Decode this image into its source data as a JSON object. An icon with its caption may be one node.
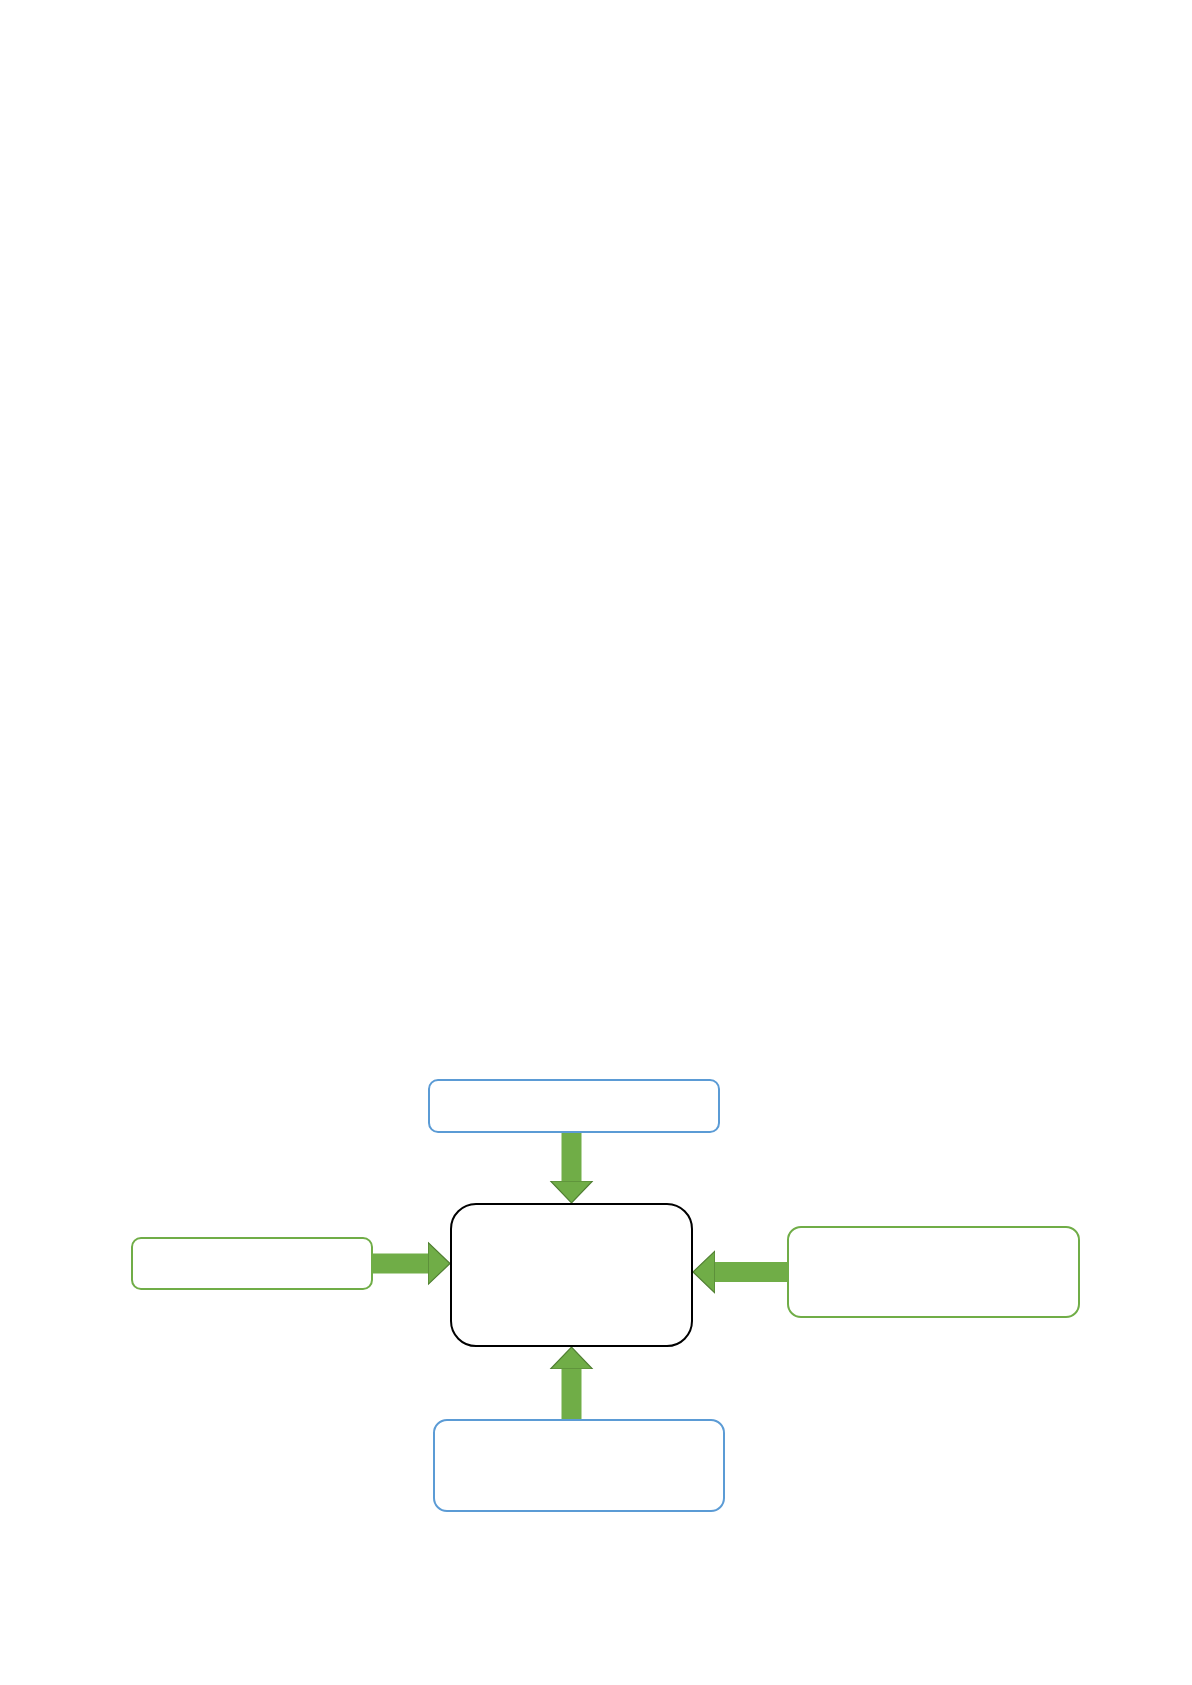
{
  "diagram": {
    "nodes": [
      {
        "text": [],
        "shape": "box"
      },
      {
        "text": [],
        "shape": "box"
      },
      {
        "text": [],
        "shape": "box"
      },
      {
        "text": [],
        "shape": "box"
      },
      {
        "text": [],
        "shape": "box"
      }
    ],
    "edges": [
      {
        "from": 0,
        "to": 2,
        "arrow": "to"
      },
      {
        "from": 1,
        "to": 2,
        "arrow": "to"
      },
      {
        "from": 3,
        "to": 2,
        "arrow": "to"
      },
      {
        "from": 4,
        "to": 2,
        "arrow": "to"
      }
    ]
  }
}
